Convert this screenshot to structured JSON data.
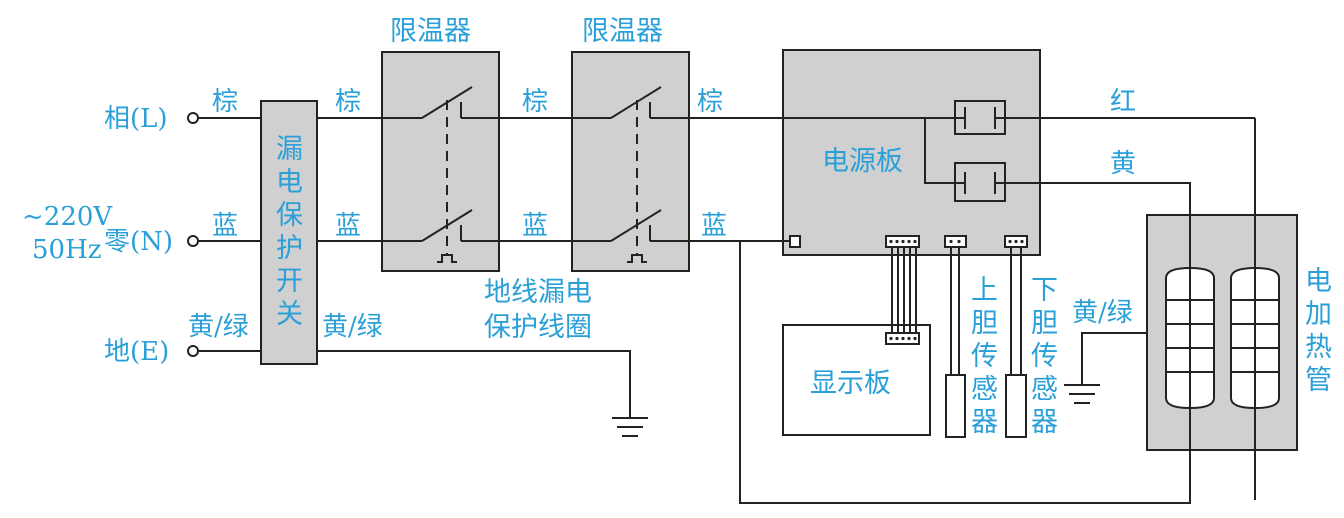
{
  "terminals": {
    "live": "相(L)",
    "neutral": "零(N)",
    "earth": "地(E)",
    "supply_line1": "~220V",
    "supply_line2": "50Hz"
  },
  "wire_colors": {
    "brown": "棕",
    "blue": "蓝",
    "yellow_green": "黄/绿",
    "red": "红",
    "yellow": "黄"
  },
  "components": {
    "leakage_switch": [
      "漏",
      "电",
      "保",
      "护",
      "开",
      "关"
    ],
    "thermostat_1": "限温器",
    "thermostat_2": "限温器",
    "earth_coil": [
      "地线漏电",
      "保护线圈"
    ],
    "power_board": "电源板",
    "display_board": "显示板",
    "upper_sensor": [
      "上",
      "胆",
      "传",
      "感",
      "器"
    ],
    "lower_sensor": [
      "下",
      "胆",
      "传",
      "感",
      "器"
    ],
    "heater": [
      "电",
      "加",
      "热",
      "管"
    ]
  },
  "colors": {
    "label_text": "#2a9fd8",
    "box_fill": "#d0d0d0",
    "wire": "#222222"
  }
}
